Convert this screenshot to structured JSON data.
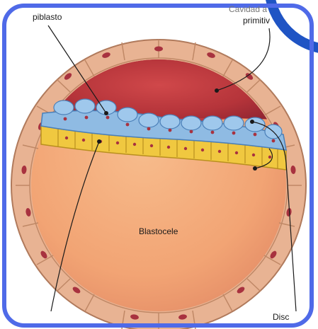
{
  "diagram": {
    "labels": {
      "epiblast": "piblasto",
      "cavity_line1": "Cavidad a",
      "cavity_line2": "primitiv",
      "blastocoel": "Blastocele",
      "disc": "Disc"
    },
    "colors": {
      "frame": "#4f6ae8",
      "outer_wall": "#e8b393",
      "cell_nucleus": "#a8323f",
      "amniotic_cavity": "#b5343a",
      "epiblast_cells": "#8fbbe3",
      "hypoblast_cells": "#f0c840",
      "blastocoel": "#f2a474",
      "corner_arc": "#1f54c4"
    }
  }
}
